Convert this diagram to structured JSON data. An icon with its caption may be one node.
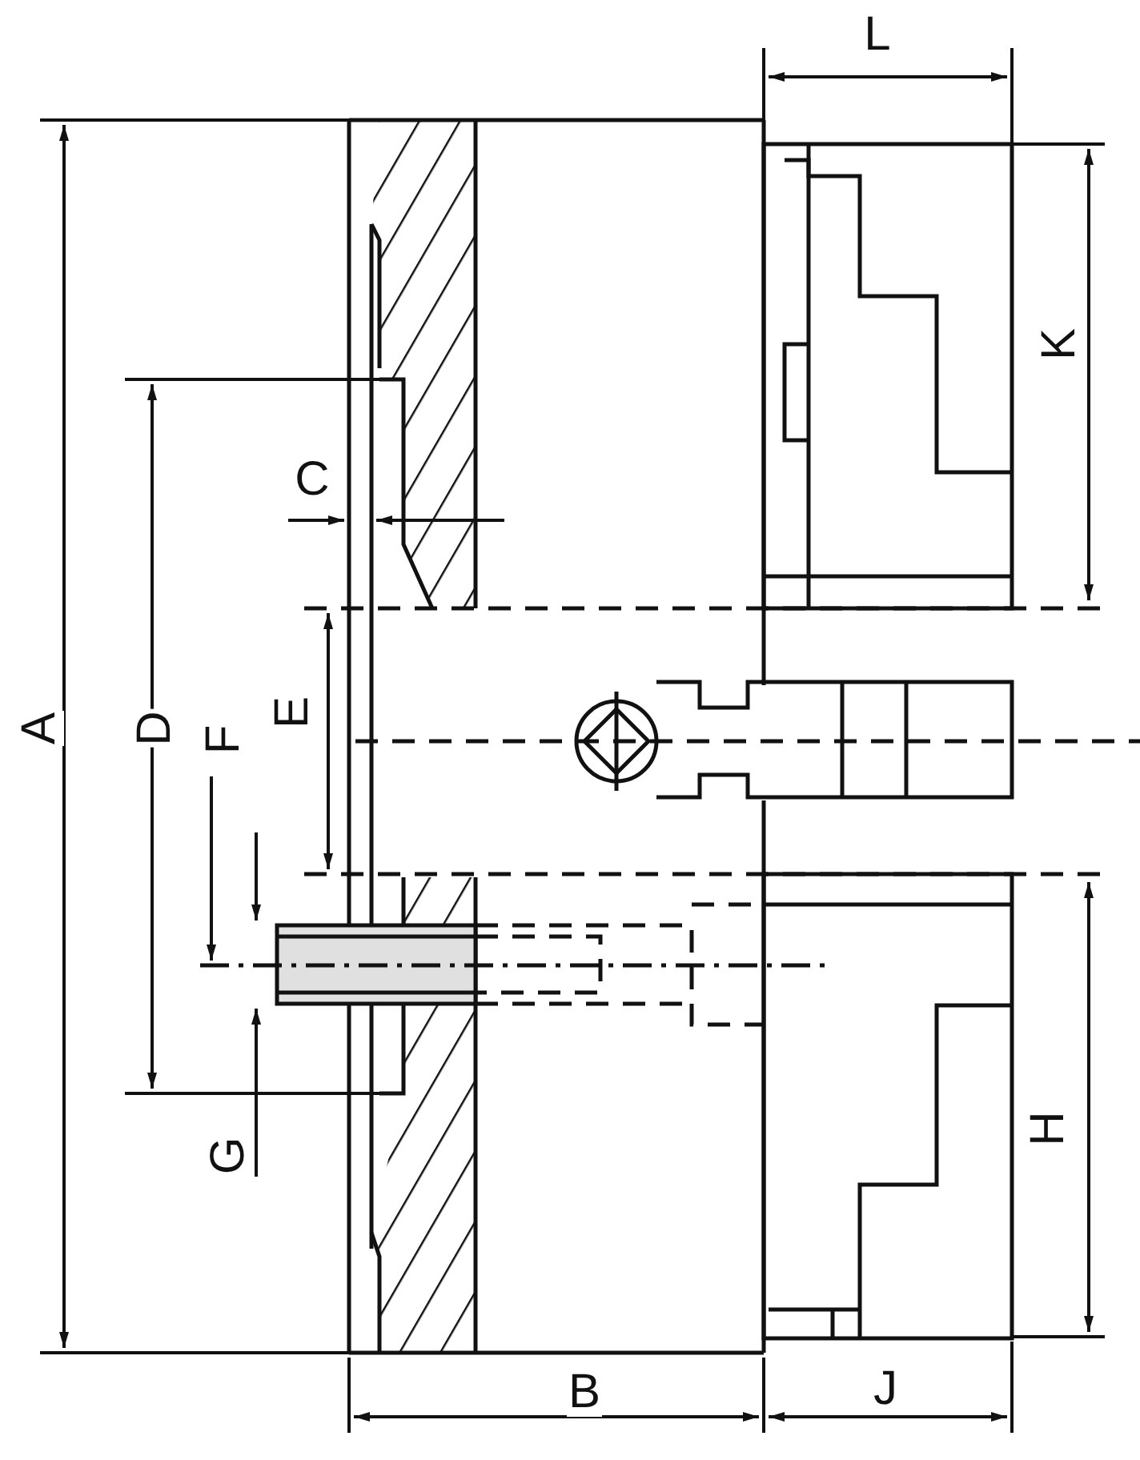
{
  "diagram": {
    "labels": [
      "L",
      "K",
      "C",
      "A",
      "D",
      "F",
      "E",
      "G",
      "H",
      "B",
      "J"
    ]
  }
}
